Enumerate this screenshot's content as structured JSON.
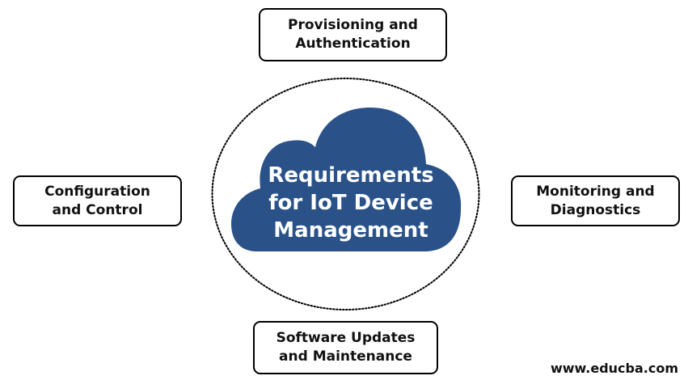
{
  "diagram": {
    "center": {
      "title": "Requirements\nfor IoT Device\nManagement",
      "fill_color": "#2a5289",
      "text_color": "#ffffff"
    },
    "nodes": [
      {
        "id": "top",
        "label": "Provisioning and\nAuthentication"
      },
      {
        "id": "left",
        "label": "Configuration\nand Control"
      },
      {
        "id": "right",
        "label": "Monitoring and\nDiagnostics"
      },
      {
        "id": "bottom",
        "label": "Software Updates\nand Maintenance"
      }
    ],
    "orbit_style": "dotted"
  },
  "watermark": "www.educba.com"
}
